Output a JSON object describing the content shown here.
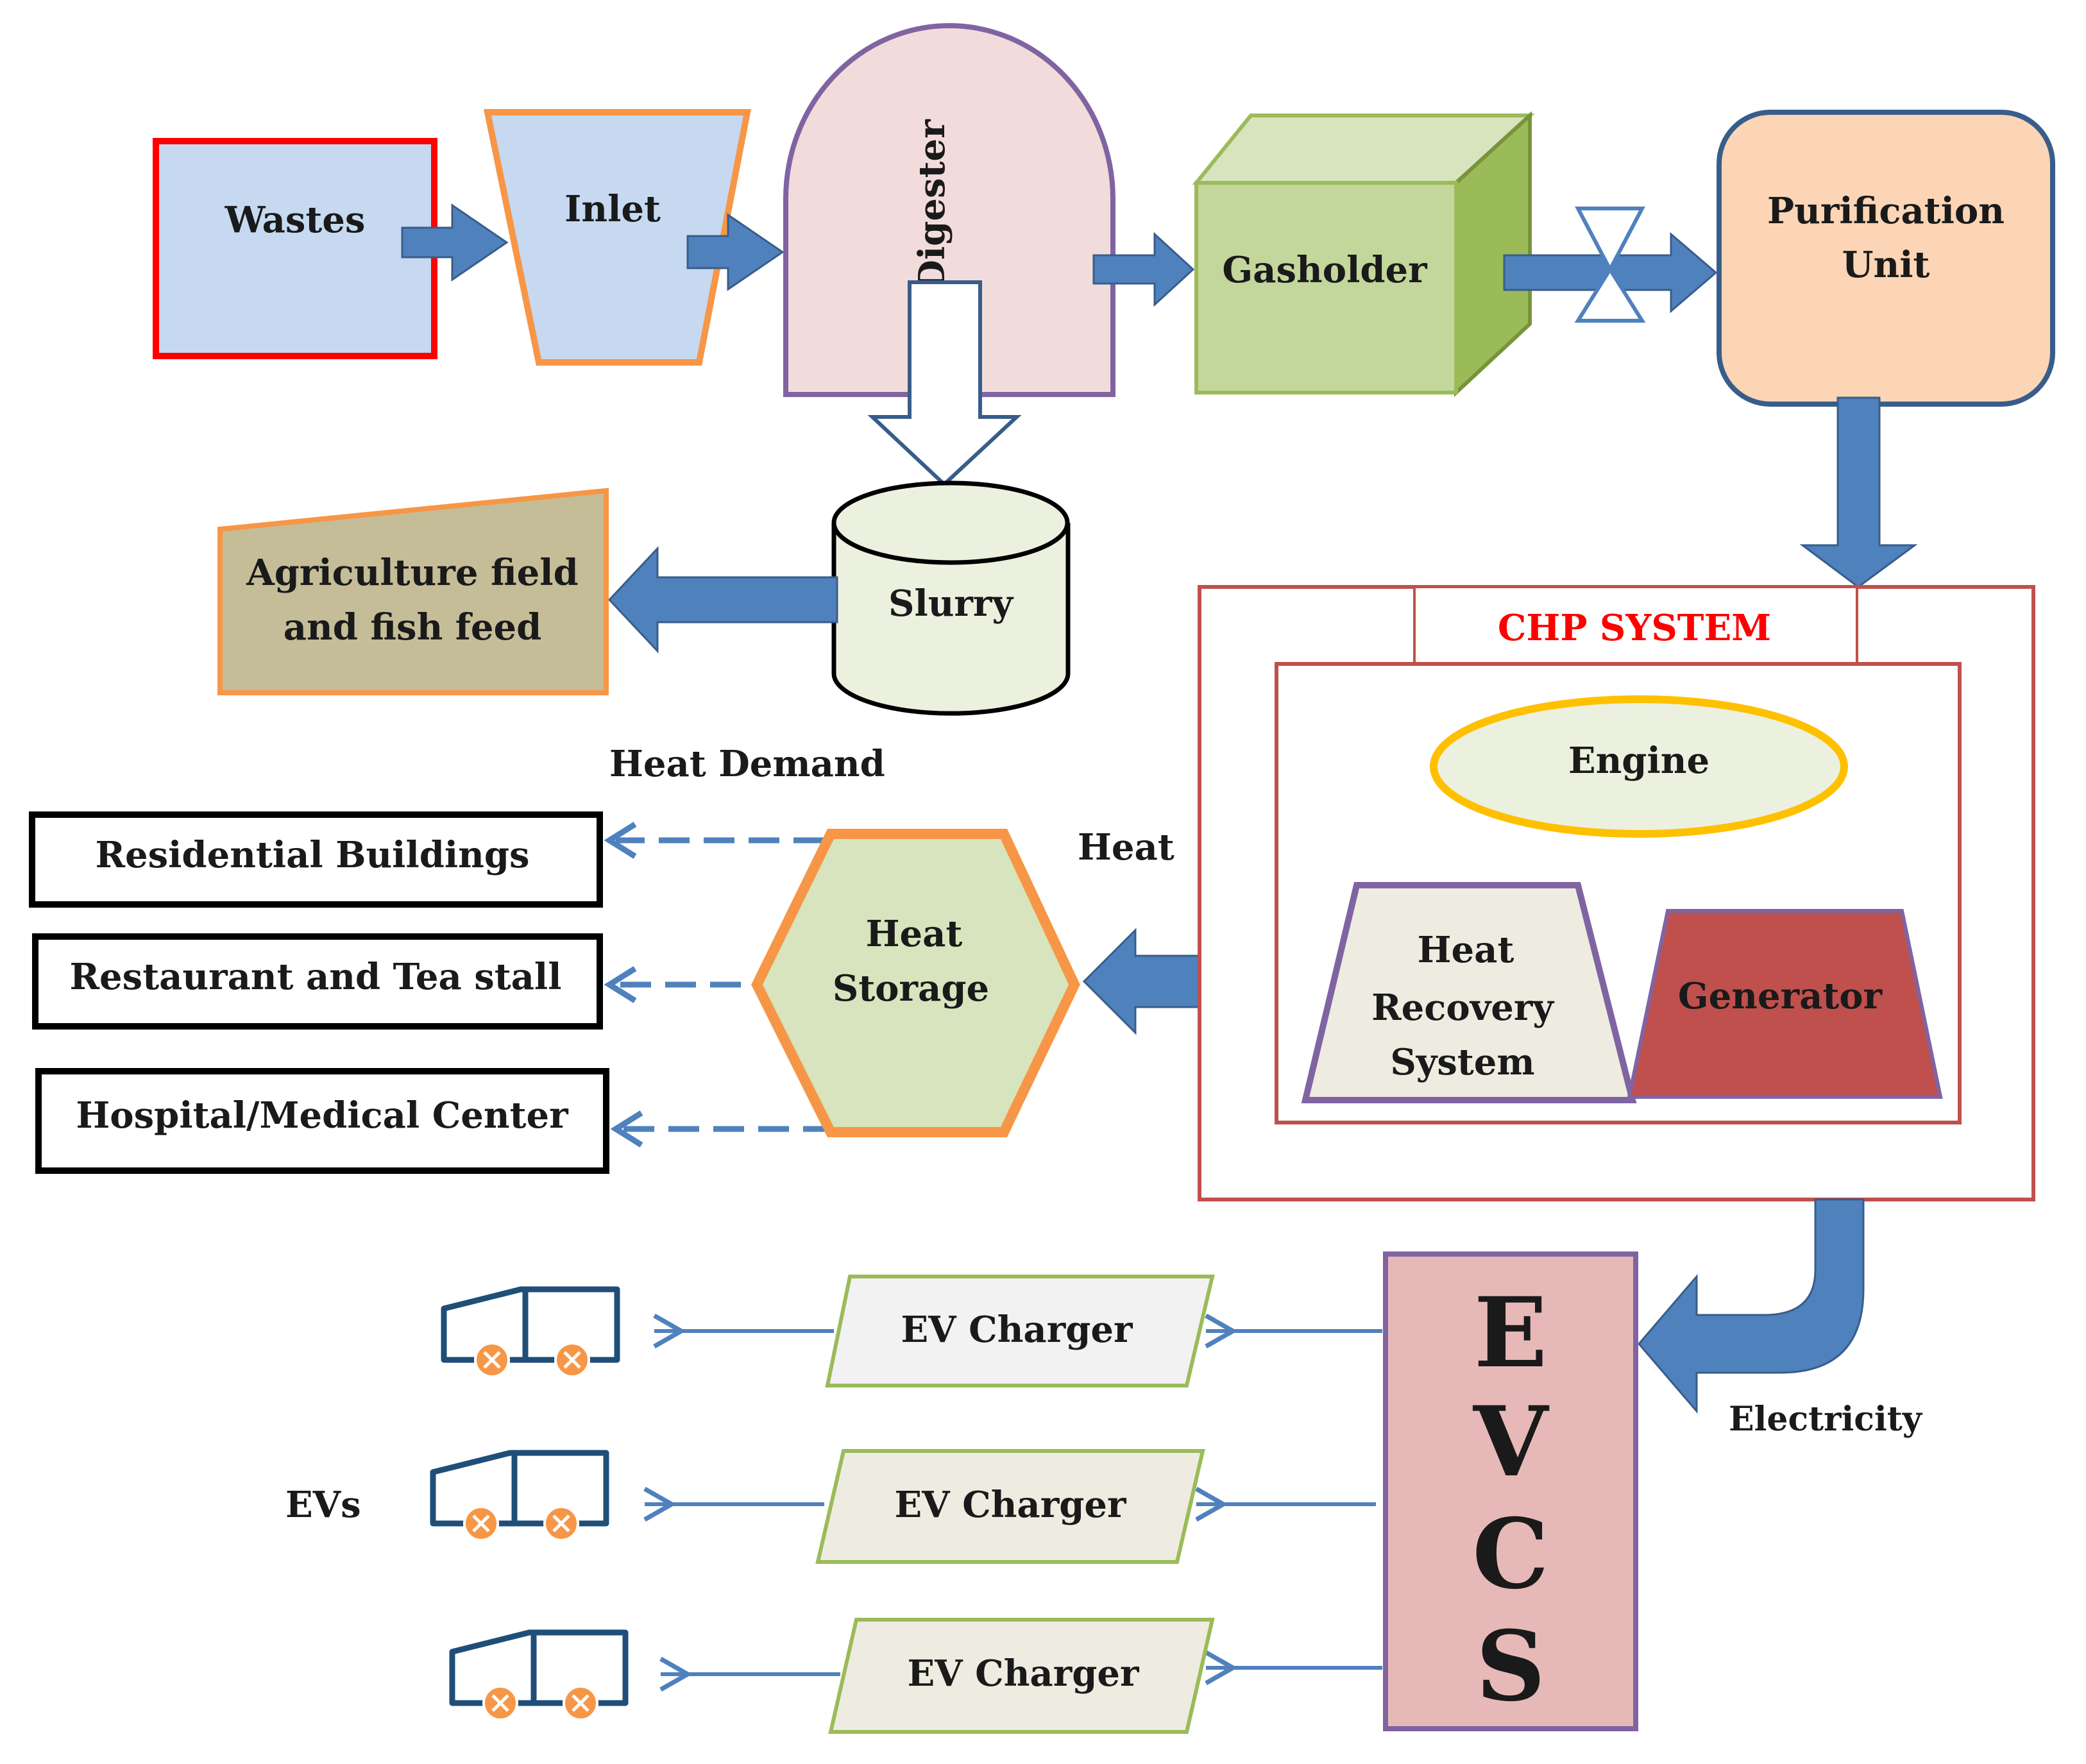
{
  "nodes": {
    "wastes": "Wastes",
    "inlet": "Inlet",
    "digester": "Digester",
    "gasholder": "Gasholder",
    "purification_line1": "Purification",
    "purification_line2": "Unit",
    "slurry": "Slurry",
    "agriculture_line1": "Agriculture field",
    "agriculture_line2": "and fish feed",
    "heat_storage_line1": "Heat",
    "heat_storage_line2": "Storage",
    "chp_system": "CHP SYSTEM",
    "engine": "Engine",
    "heat_recovery_line1": "Heat",
    "heat_recovery_line2": "Recovery",
    "heat_recovery_line3": "System",
    "generator": "Generator",
    "evcs_letters": [
      "E",
      "V",
      "C",
      "S"
    ],
    "ev_chargers": [
      "EV Charger",
      "EV Charger",
      "EV Charger"
    ]
  },
  "consumers": [
    "Residential Buildings",
    "Restaurant and Tea stall",
    "Hospital/Medical Center"
  ],
  "labels": {
    "heat_demand": "Heat Demand",
    "heat": "Heat",
    "electricity": "Electricity",
    "evs": "EVs"
  },
  "colors": {
    "arrow_fill": "#4f81bd",
    "arrow_stroke": "#385d8a",
    "chp_border": "#c0504d",
    "chp_title": "#ff0000"
  },
  "icons": [
    "electric-vehicle-icon",
    "valve-icon"
  ]
}
